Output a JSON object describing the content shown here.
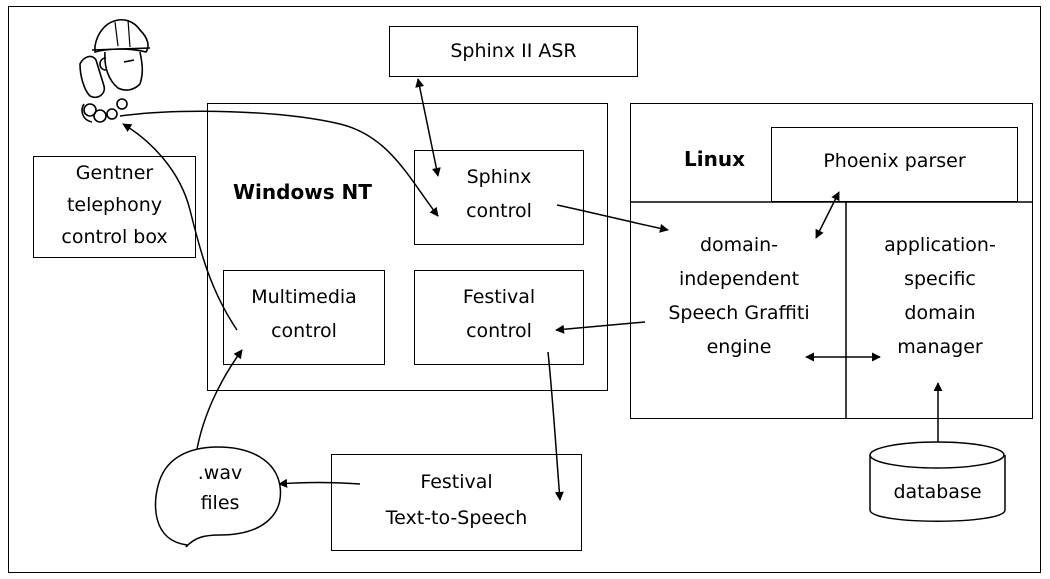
{
  "labels": {
    "sphinx_asr": "Sphinx II ASR",
    "gentner": [
      "Gentner",
      "telephony",
      "control box"
    ],
    "windows_nt": "Windows NT",
    "sphinx_control": [
      "Sphinx",
      "control"
    ],
    "multimedia_control": [
      "Multimedia",
      "control"
    ],
    "festival_control": [
      "Festival",
      "control"
    ],
    "linux": "Linux",
    "phoenix": "Phoenix parser",
    "speech_graffiti": [
      "domain-",
      "independent",
      "Speech Graffiti",
      "engine"
    ],
    "domain_manager": [
      "application-",
      "specific",
      "domain",
      "manager"
    ],
    "database": "database",
    "wav_files": [
      ".wav",
      "files"
    ],
    "festival_tts": [
      "Festival",
      "Text-to-Speech"
    ]
  }
}
